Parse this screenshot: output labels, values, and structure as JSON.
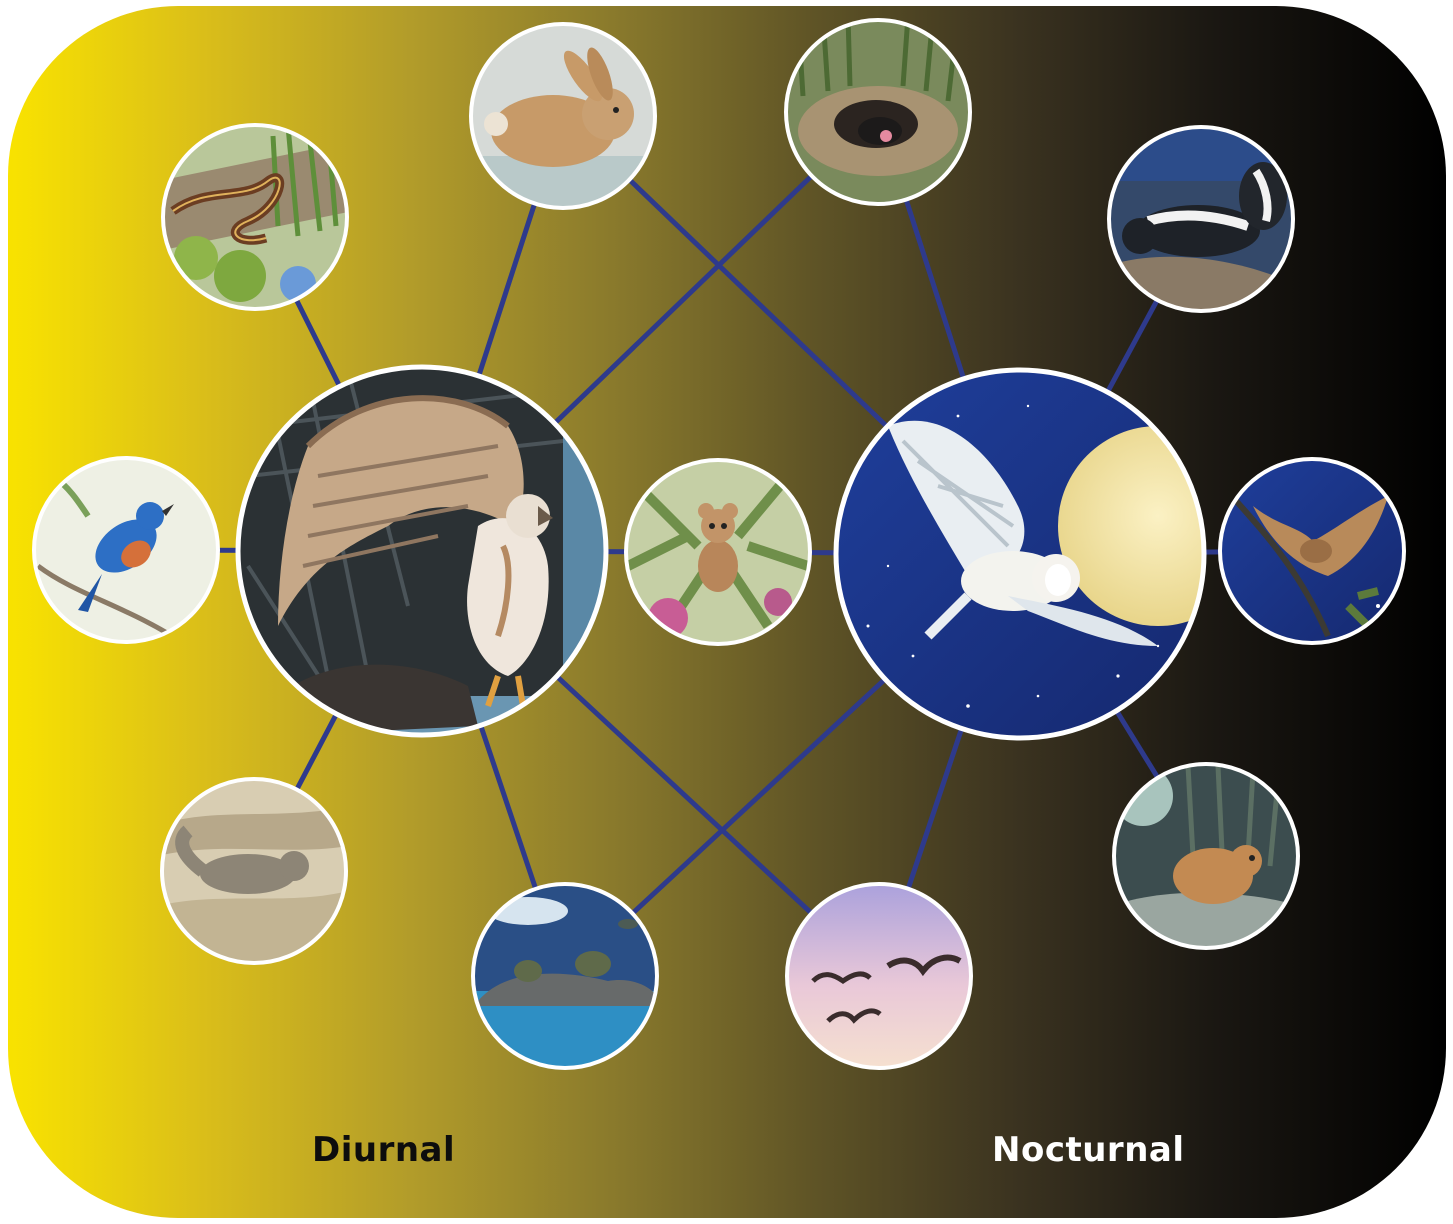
{
  "labels": {
    "diurnal": "Diurnal",
    "nocturnal": "Nocturnal"
  },
  "colors": {
    "background_left": "#f9e300",
    "background_right": "#000000",
    "connector": "#2e3a8c",
    "frame": "#ffffff"
  },
  "diagram": {
    "predators": [
      {
        "id": "hawk",
        "icon": "red-tailed-hawk-icon",
        "group": "diurnal"
      },
      {
        "id": "owl",
        "icon": "barn-owl-moon-icon",
        "group": "nocturnal"
      }
    ],
    "prey": [
      {
        "id": "snake",
        "icon": "garter-snake-icon"
      },
      {
        "id": "rabbit",
        "icon": "rabbit-icon"
      },
      {
        "id": "mole",
        "icon": "mole-burrow-icon"
      },
      {
        "id": "skunk",
        "icon": "skunk-icon"
      },
      {
        "id": "bluebird",
        "icon": "bluebird-icon"
      },
      {
        "id": "mouse",
        "icon": "mouse-on-thistle-icon"
      },
      {
        "id": "bat",
        "icon": "bat-icon"
      },
      {
        "id": "squirrel",
        "icon": "squirrel-icon"
      },
      {
        "id": "frogs",
        "icon": "frogs-on-rock-icon"
      },
      {
        "id": "birds",
        "icon": "flying-birds-icon"
      },
      {
        "id": "vole",
        "icon": "vole-icon"
      }
    ],
    "links": [
      [
        "hawk",
        "snake"
      ],
      [
        "hawk",
        "rabbit"
      ],
      [
        "hawk",
        "mole"
      ],
      [
        "hawk",
        "bluebird"
      ],
      [
        "hawk",
        "mouse"
      ],
      [
        "hawk",
        "squirrel"
      ],
      [
        "hawk",
        "frogs"
      ],
      [
        "hawk",
        "birds"
      ],
      [
        "owl",
        "rabbit"
      ],
      [
        "owl",
        "mole"
      ],
      [
        "owl",
        "skunk"
      ],
      [
        "owl",
        "mouse"
      ],
      [
        "owl",
        "bat"
      ],
      [
        "owl",
        "frogs"
      ],
      [
        "owl",
        "birds"
      ],
      [
        "owl",
        "vole"
      ]
    ]
  }
}
